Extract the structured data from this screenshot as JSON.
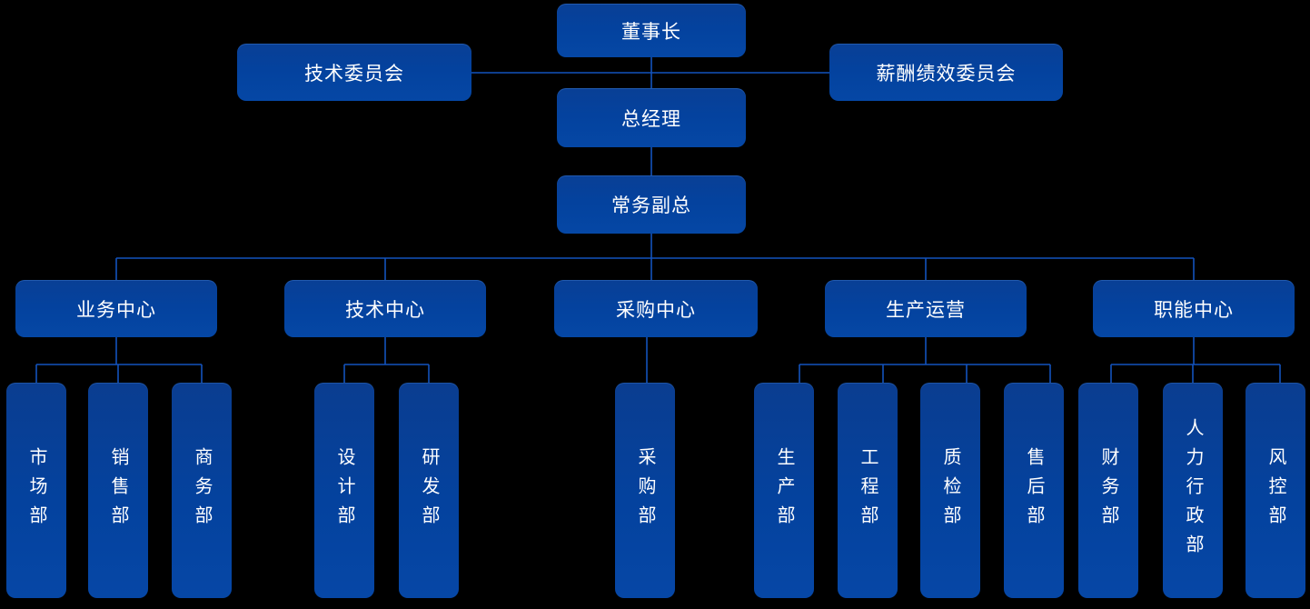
{
  "diagram": {
    "type": "org-chart",
    "colors": {
      "background": "#000000",
      "node_fill": "#04429e",
      "node_fill_top": "#093f95",
      "node_fill_bottom": "#0647a6",
      "connector": "#1353bd",
      "text": "#ffffff"
    },
    "nodes": {
      "chairman": "董事长",
      "tech_committee": "技术委员会",
      "compensation_committee": "薪酬绩效委员会",
      "general_manager": "总经理",
      "executive_vp": "常务副总"
    },
    "centers": [
      {
        "label": "业务中心",
        "departments": [
          "市场部",
          "销售部",
          "商务部"
        ]
      },
      {
        "label": "技术中心",
        "departments": [
          "设计部",
          "研发部"
        ]
      },
      {
        "label": "采购中心",
        "departments": [
          "采购部"
        ]
      },
      {
        "label": "生产运营",
        "departments": [
          "生产部",
          "工程部",
          "质检部",
          "售后部"
        ]
      },
      {
        "label": "职能中心",
        "departments": [
          "财务部",
          "人力行政部",
          "风控部"
        ]
      }
    ]
  }
}
